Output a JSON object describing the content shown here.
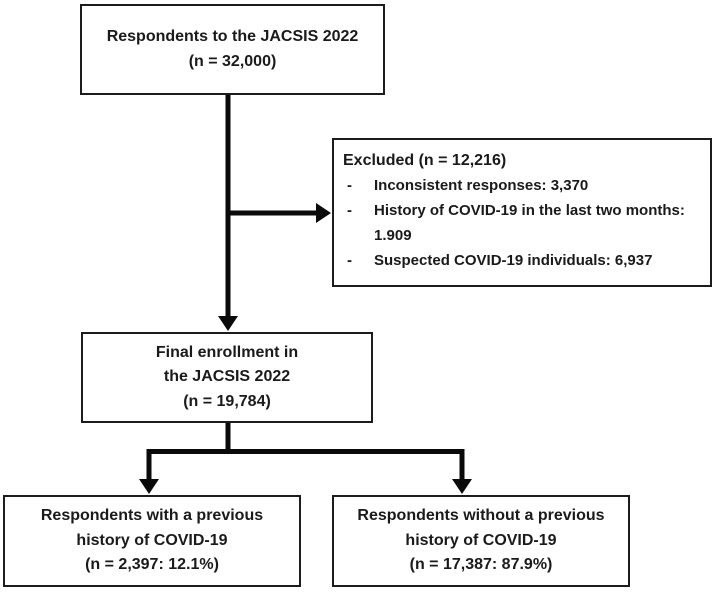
{
  "figure": {
    "type": "flow-diagram",
    "boxes": {
      "respondents": {
        "lines": [
          "Respondents to the JACSIS 2022",
          "(n = 32,000)"
        ]
      },
      "excluded": {
        "title": "Excluded (n = 12,216)",
        "bullet": "-",
        "items": [
          "Inconsistent responses: 3,370",
          "History of COVID-19 in the last two months: 1.909",
          "Suspected COVID-19 individuals: 6,937"
        ]
      },
      "final_enrollment": {
        "lines": [
          "Final enrollment in",
          "the JACSIS 2022",
          "(n = 19,784)"
        ]
      },
      "with_history": {
        "lines": [
          "Respondents with a previous",
          "history of COVID-19",
          "(n = 2,397: 12.1%)"
        ]
      },
      "without_history": {
        "lines": [
          "Respondents without a previous",
          "history of COVID-19",
          "(n = 17,387: 87.9%)"
        ]
      }
    },
    "colors": {
      "box_border": "#1c1c1c",
      "text": "#1a1a1a",
      "arrow": "#0a0a0a",
      "background": "#ffffff"
    }
  }
}
